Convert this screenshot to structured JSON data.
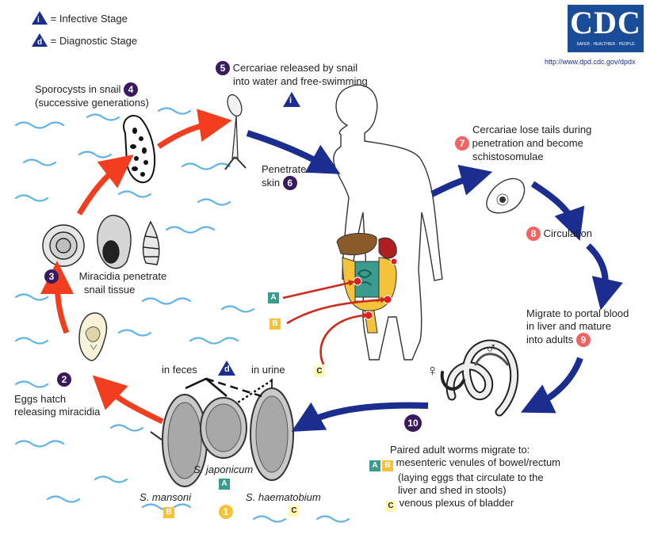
{
  "legend": {
    "infective_symbol": "i",
    "infective_text": "= Infective Stage",
    "diagnostic_symbol": "d",
    "diagnostic_text": "= Diagnostic Stage"
  },
  "logo": {
    "text": "CDC",
    "tagline": "SAFER · HEALTHIER · PEOPLE",
    "url": "http://www.dpd.cdc.gov/dpdx"
  },
  "steps": {
    "s1": {
      "num": "1"
    },
    "s2": {
      "num": "2",
      "line1": "Eggs hatch",
      "line2": "releasing miracidia"
    },
    "s3": {
      "num": "3",
      "line1": "Miracidia penetrate",
      "line2": "snail tissue"
    },
    "s4": {
      "num": "4",
      "line1": "Sporocysts in snail",
      "line2": "(successive generations)"
    },
    "s5": {
      "num": "5",
      "line1": "Cercariae released by snail",
      "line2": "into water and free-swimming"
    },
    "s6": {
      "num": "6",
      "line1": "Penetrate",
      "line2": "skin"
    },
    "s7": {
      "num": "7",
      "line1": "Cercariae lose tails during",
      "line2": "penetration and become",
      "line3": "schistosomulae"
    },
    "s8": {
      "num": "8",
      "line1": "Circulation"
    },
    "s9": {
      "num": "9",
      "line1": "Migrate to portal blood",
      "line2": "in liver and mature",
      "line3": "into adults"
    },
    "s10": {
      "num": "10",
      "line1": "Paired adult worms migrate to:",
      "line2": "mesenteric venules of bowel/rectum",
      "line3": "(laying eggs that circulate to the",
      "line4": "liver and shed in stools)",
      "line5": "venous plexus of bladder"
    }
  },
  "eggs": {
    "in_feces": "in feces",
    "in_urine": "in urine",
    "mansoni": "S. mansoni",
    "japonicum": "S. japonicum",
    "haematobium": "S. haematobium"
  },
  "letters": {
    "A": "A",
    "B": "B",
    "C": "C"
  },
  "sex": {
    "female": "♀",
    "male": "♂"
  },
  "colors": {
    "purple": "#3a1a5e",
    "red": "#f26363",
    "navy": "#1b2d8f",
    "arrow_red": "#f23d1f",
    "teal": "#3a9c8e",
    "yellow": "#f5c33b",
    "water": "#5fb3e8"
  }
}
